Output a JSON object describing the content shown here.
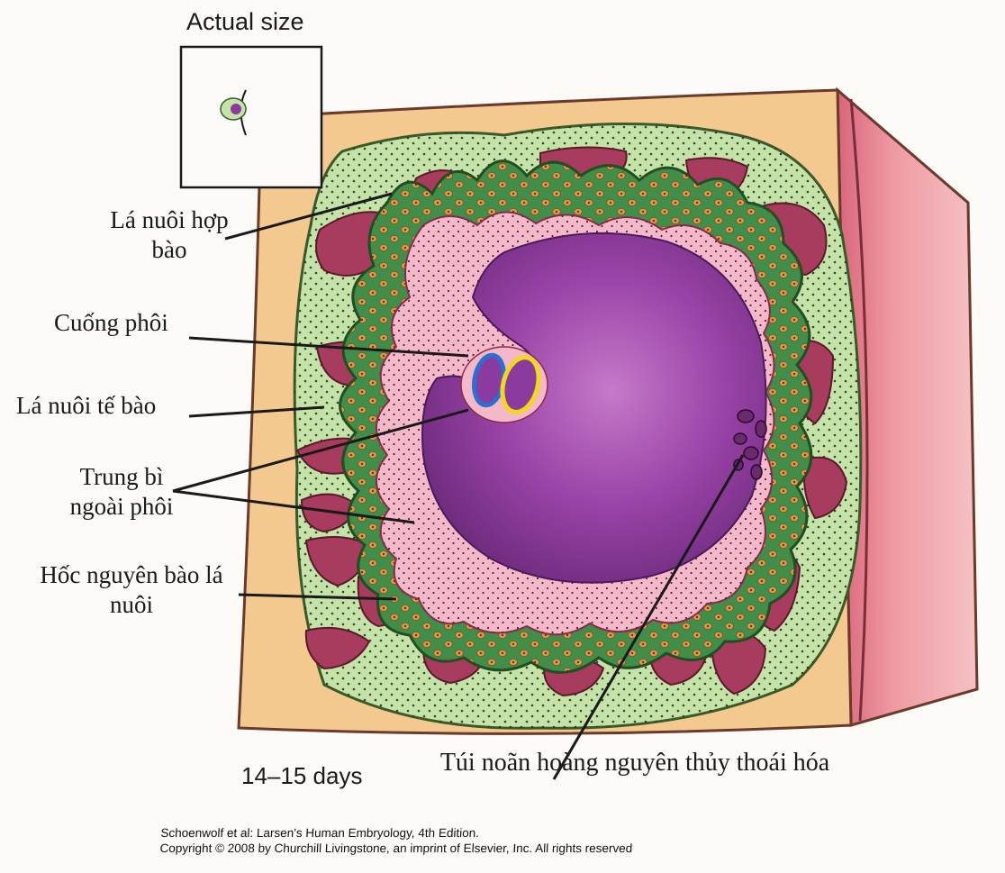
{
  "inset": {
    "title": "Actual size"
  },
  "labels": {
    "syncytiotrophoblast": "Lá nuôi hợp bào",
    "connecting_stalk": "Cuống phôi",
    "cytotrophoblast": "Lá nuôi tế bào",
    "extraembryonic_mesoderm": "Trung bì ngoài phôi",
    "trophoblastic_lacunae": "Hốc nguyên bào lá nuôi",
    "degenerating_yolk_sac": "Túi noãn hoàng nguyên thủy thoái hóa"
  },
  "stage": "14–15 days",
  "credit": {
    "line1": "Schoenwolf et al: Larsen's Human Embryology, 4th Edition.",
    "line2": "Copyright © 2008 by Churchill Livingstone, an imprint of Elsevier, Inc. All rights reserved"
  },
  "colors": {
    "endometrium": "#f4c98f",
    "endometrium_side": "#e8868f",
    "syncytiotrophoblast": "#c5e2a8",
    "lacunae": "#a83c5e",
    "cytotrophoblast": "#3f8f4a",
    "mesoderm": "#f4b9c8",
    "cavity": "#8b3a9e",
    "amnion_outline": "#2a6fd1",
    "yolk_outline": "#f0d81c"
  }
}
